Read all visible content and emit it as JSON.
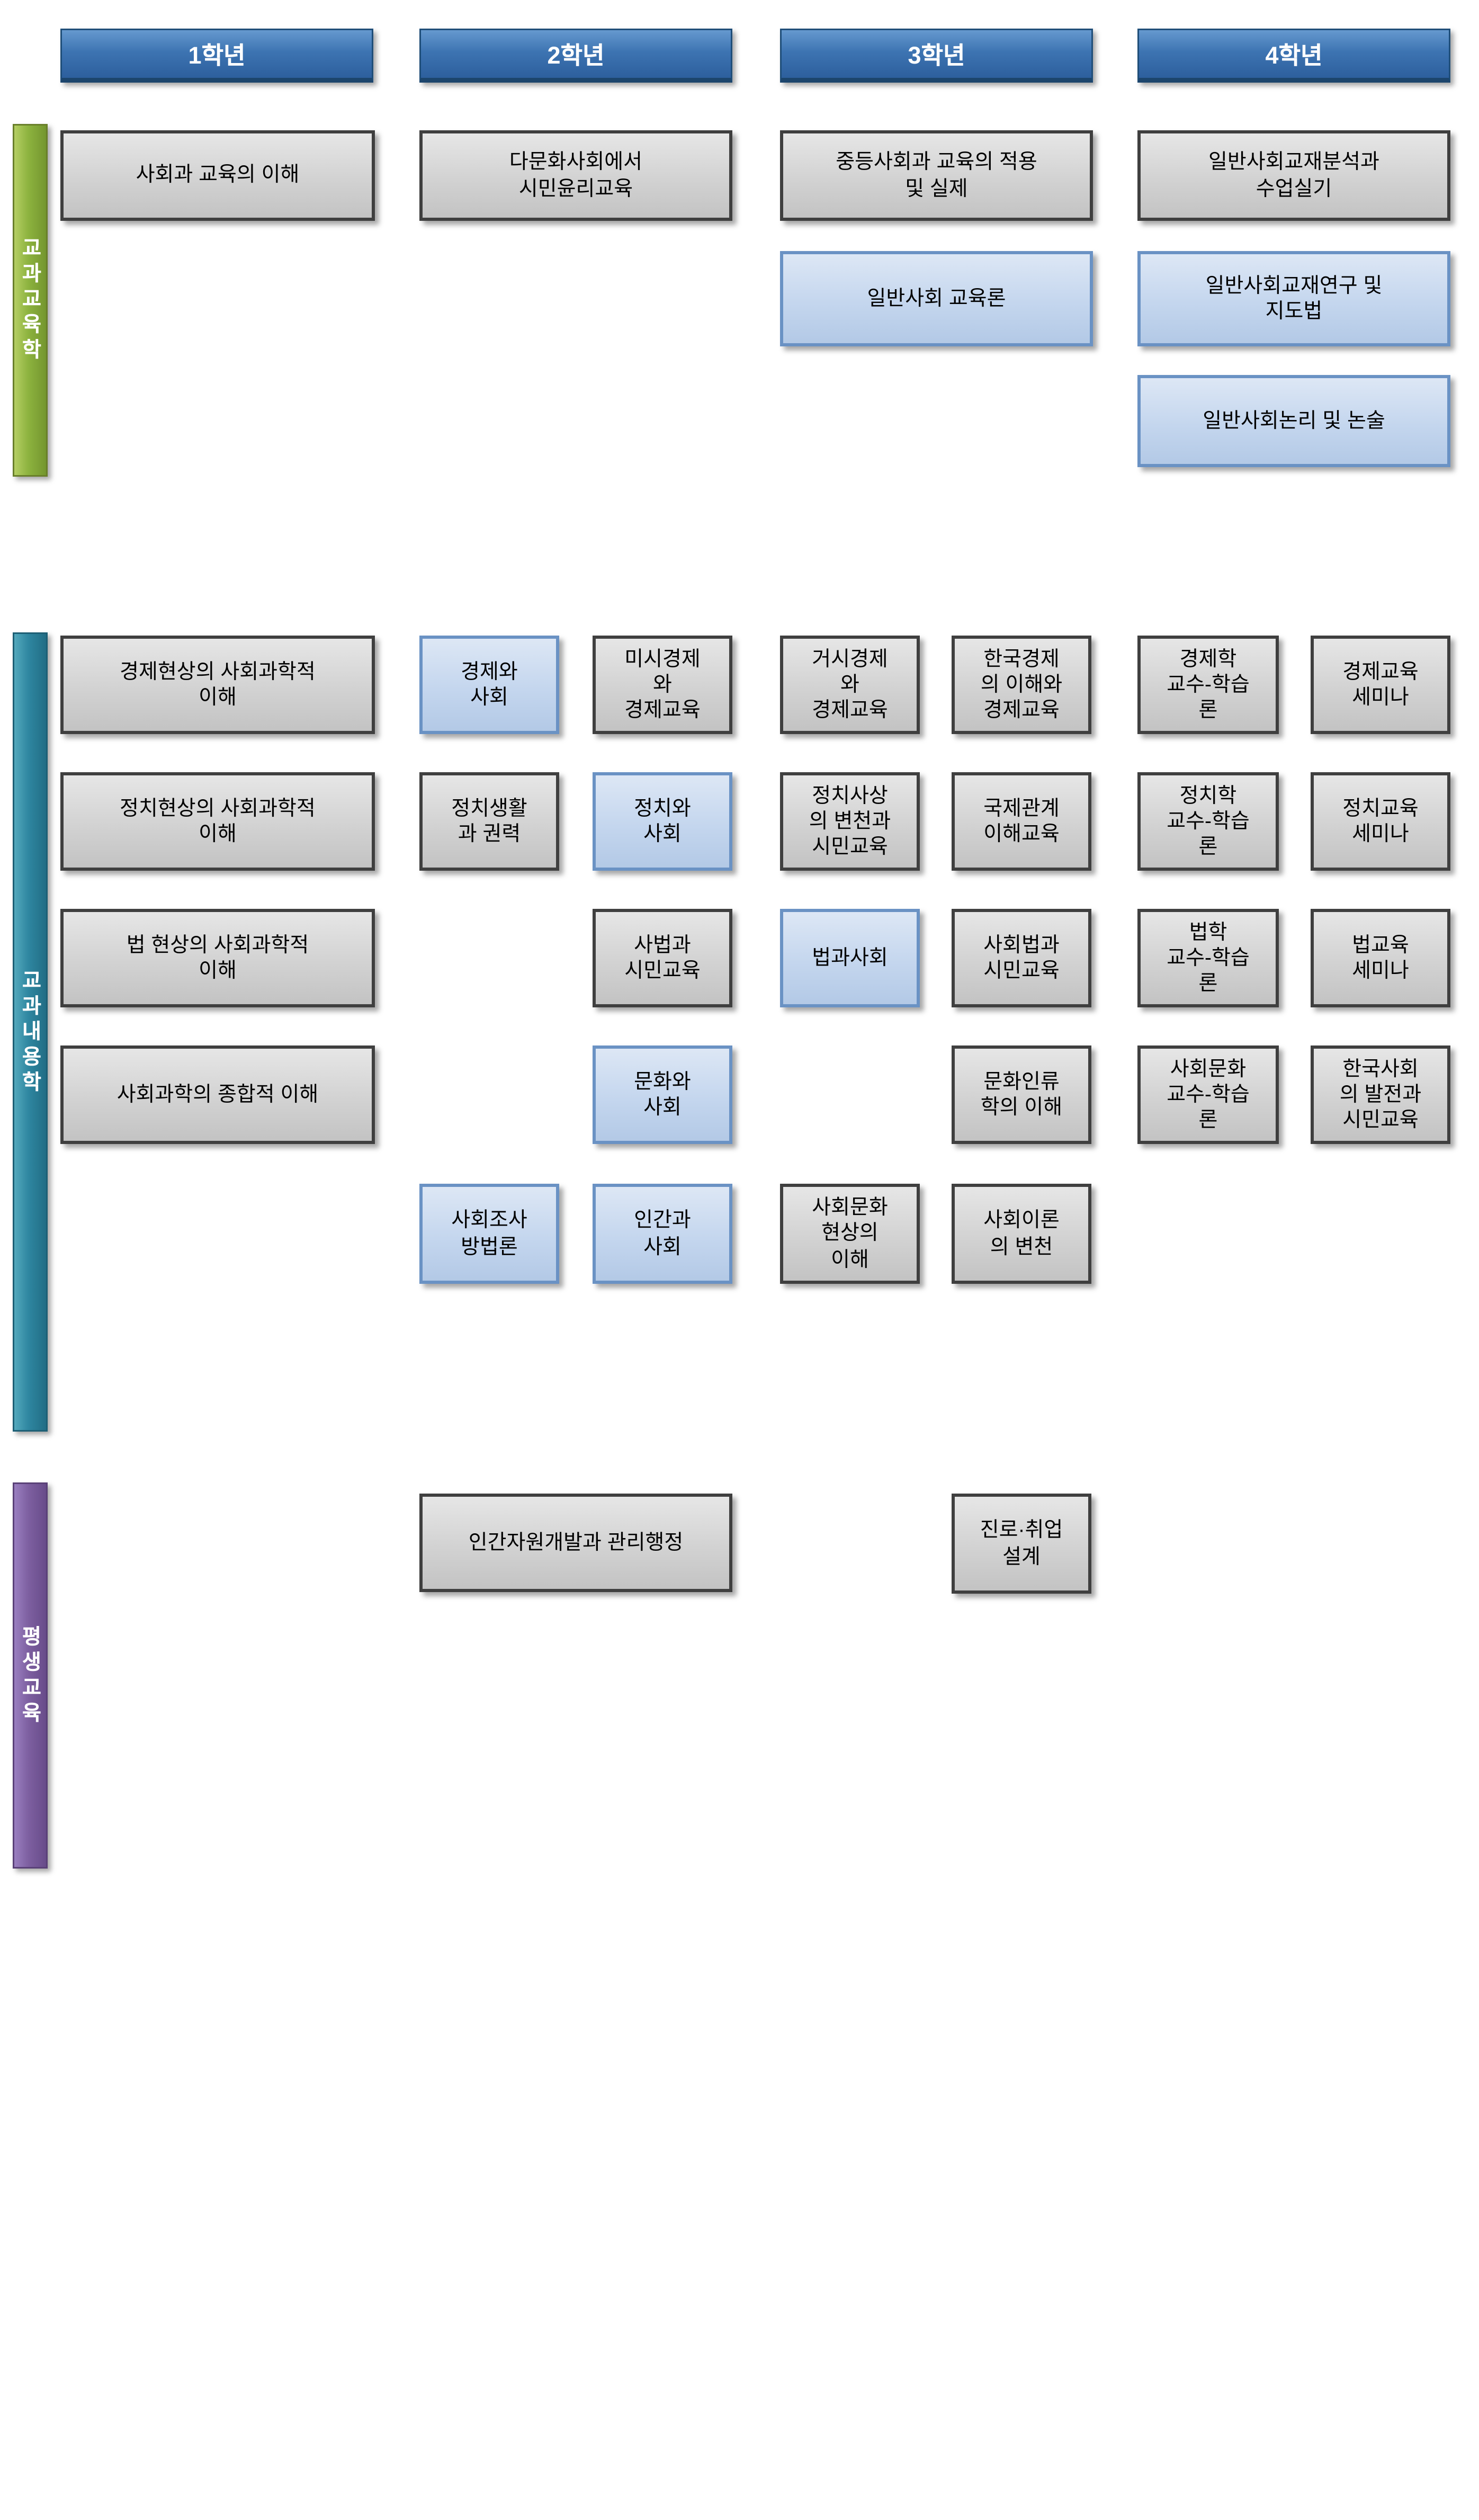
{
  "grades": [
    {
      "label": "1학년"
    },
    {
      "label": "2학년"
    },
    {
      "label": "3학년"
    },
    {
      "label": "4학년"
    }
  ],
  "sections": [
    {
      "label": "교과교육학"
    },
    {
      "label": "교과내용학"
    },
    {
      "label": "평생교육"
    }
  ],
  "pedagogy": [
    {
      "label": "사회과 교육의 이해",
      "type": "gray"
    },
    {
      "label": "다문화사회에서\n시민윤리교육",
      "type": "gray"
    },
    {
      "label": "중등사회과 교육의 적용\n및 실제",
      "type": "gray"
    },
    {
      "label": "일반사회교재분석과\n수업실기",
      "type": "gray"
    },
    {
      "label": "일반사회 교육론",
      "type": "blue"
    },
    {
      "label": "일반사회교재연구 및\n지도법",
      "type": "blue"
    },
    {
      "label": "일반사회논리 및 논술",
      "type": "blue"
    }
  ],
  "content": [
    {
      "label": "경제현상의 사회과학적\n이해",
      "type": "gray"
    },
    {
      "label": "경제와\n사회",
      "type": "blue"
    },
    {
      "label": "미시경제\n와\n경제교육",
      "type": "gray"
    },
    {
      "label": "거시경제\n와\n경제교육",
      "type": "gray"
    },
    {
      "label": "한국경제\n의 이해와\n경제교육",
      "type": "gray"
    },
    {
      "label": "경제학\n교수-학습\n론",
      "type": "gray"
    },
    {
      "label": "경제교육\n세미나",
      "type": "gray"
    },
    {
      "label": "정치현상의 사회과학적\n이해",
      "type": "gray"
    },
    {
      "label": "정치생활\n과 권력",
      "type": "gray"
    },
    {
      "label": "정치와\n사회",
      "type": "blue"
    },
    {
      "label": "정치사상\n의 변천과\n시민교육",
      "type": "gray"
    },
    {
      "label": "국제관계\n이해교육",
      "type": "gray"
    },
    {
      "label": "정치학\n교수-학습\n론",
      "type": "gray"
    },
    {
      "label": "정치교육\n세미나",
      "type": "gray"
    },
    {
      "label": "법 현상의 사회과학적\n이해",
      "type": "gray"
    },
    {
      "label": "사법과\n시민교육",
      "type": "gray"
    },
    {
      "label": "법과사회",
      "type": "blue"
    },
    {
      "label": "사회법과\n시민교육",
      "type": "gray"
    },
    {
      "label": "법학\n교수-학습\n론",
      "type": "gray"
    },
    {
      "label": "법교육\n세미나",
      "type": "gray"
    },
    {
      "label": "사회과학의 종합적 이해",
      "type": "gray"
    },
    {
      "label": "문화와\n사회",
      "type": "blue"
    },
    {
      "label": "문화인류\n학의 이해",
      "type": "gray"
    },
    {
      "label": "사회문화\n교수-학습\n론",
      "type": "gray"
    },
    {
      "label": "한국사회\n의 발전과\n시민교육",
      "type": "gray"
    },
    {
      "label": "사회조사\n방법론",
      "type": "blue"
    },
    {
      "label": "인간과\n사회",
      "type": "blue"
    },
    {
      "label": "사회문화\n현상의\n이해",
      "type": "gray"
    },
    {
      "label": "사회이론\n의 변천",
      "type": "gray"
    }
  ],
  "lifelong": [
    {
      "label": "인간자원개발과 관리행정",
      "type": "gray"
    },
    {
      "label": "진로·취업\n설계",
      "type": "gray"
    }
  ],
  "colors": {
    "header_blue": "#3d74b2",
    "box_gray": "#d2d2d2",
    "box_blue": "#c4d6ee",
    "bar_green": "#8cb23e",
    "bar_teal": "#2e86a0",
    "bar_purple": "#7d5fa0"
  }
}
